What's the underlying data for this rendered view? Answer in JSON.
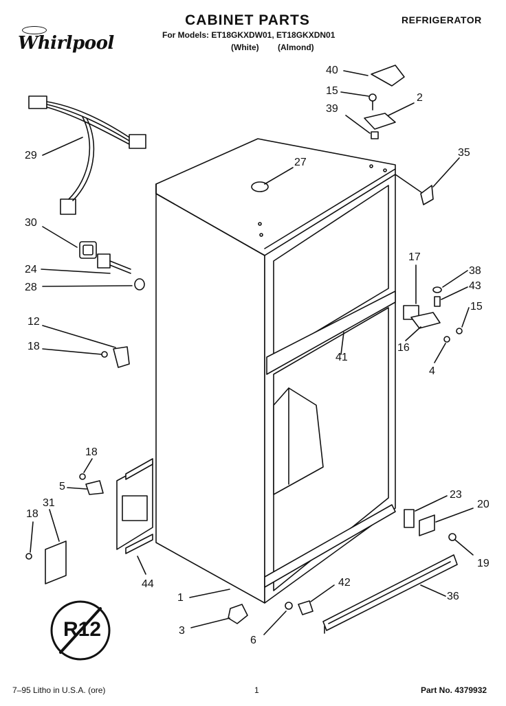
{
  "header": {
    "brand": "Whirlpool",
    "title": "CABINET PARTS",
    "models_line": "For Models: ET18GKXDW01, ET18GKXDN01",
    "color_white": "(White)",
    "color_almond": "(Almond)",
    "category": "REFRIGERATOR"
  },
  "callouts": [
    "40",
    "15",
    "2",
    "39",
    "29",
    "27",
    "35",
    "30",
    "24",
    "28",
    "17",
    "38",
    "43",
    "15",
    "12",
    "41",
    "16",
    "18",
    "4",
    "18",
    "5",
    "31",
    "18",
    "23",
    "20",
    "19",
    "44",
    "1",
    "42",
    "36",
    "3",
    "6"
  ],
  "badge_text": "R12",
  "footer": {
    "litho": "7–95 Litho in U.S.A. (ore)",
    "page": "1",
    "part_no": "Part No. 4379932"
  }
}
